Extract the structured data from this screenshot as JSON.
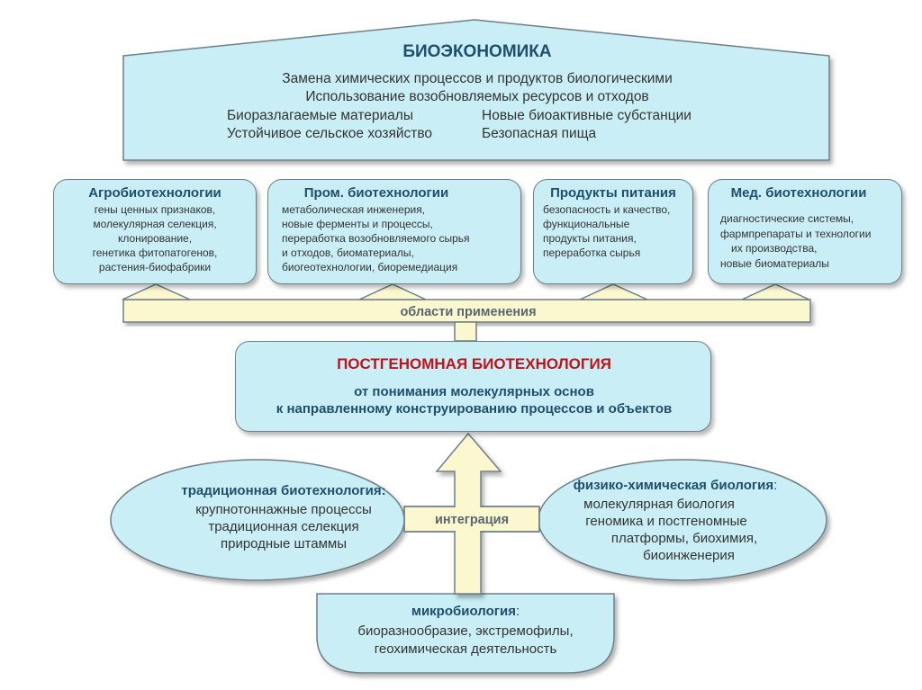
{
  "colors": {
    "box_fill": "#c9eef5",
    "beam_fill": "#fbf7cf",
    "outline": "#6f7f88",
    "title_blue": "#1f4e6e",
    "title_red": "#c0121b"
  },
  "roof": {
    "title": "БИОЭКОНОМИКА",
    "line1": "Замена химических  процессов и продуктов биологическими",
    "line2": "Использование возобновляемых ресурсов и отходов",
    "col_left": [
      "Биоразлагаемые материалы",
      "Устойчивое сельское хозяйство"
    ],
    "col_right": [
      "Новые биоактивные субстанции",
      "Безопасная пища"
    ]
  },
  "applications": [
    {
      "title": "Агробиотехнологии",
      "items": [
        "гены ценных признаков,",
        "молекулярная селекция,",
        "клонирование,",
        "генетика фитопатогенов,",
        "растения-биофабрики"
      ]
    },
    {
      "title": "Пром. биотехнологии",
      "items": [
        "метаболическая  инженерия,",
        "новые ферменты и процессы,",
        "переработка  возобновляемого сырья",
        "и отходов, биоматериалы,",
        "биогеотехнологии,  биоремедиация"
      ]
    },
    {
      "title": "Продукты питания",
      "items": [
        "безопасность и качество,",
        "функциональные",
        "продукты питания,",
        "переработка  сырья"
      ]
    },
    {
      "title": "Мед. биотехнологии",
      "items": [
        "диагностические  системы,",
        "фармпрепараты  и технологии",
        "их производства,",
        "новые биоматериалы"
      ]
    }
  ],
  "beam_label": "области применения",
  "center": {
    "title": "ПОСТГЕНОМНАЯ БИОТЕХНОЛОГИЯ",
    "line1": "от понимания молекулярных основ",
    "line2": "к направленному конструированию процессов и объектов"
  },
  "integration_label": "интеграция",
  "left_ellipse": {
    "title": "традиционная биотехнология:",
    "items": [
      "крупнотоннажные  процессы",
      "традиционная  селекция",
      "природные  штаммы"
    ]
  },
  "right_ellipse": {
    "title": "физико-химическая биология",
    "title_suffix": ":",
    "items": [
      "молекулярная биология",
      "геномика и постгеномные",
      "платформы, биохимия,",
      "биоинженерия"
    ]
  },
  "bottom": {
    "title": "микробиология",
    "title_suffix": ":",
    "items": [
      "биоразнообразие,  экстремофилы,",
      "геохимическая  деятельность"
    ]
  }
}
